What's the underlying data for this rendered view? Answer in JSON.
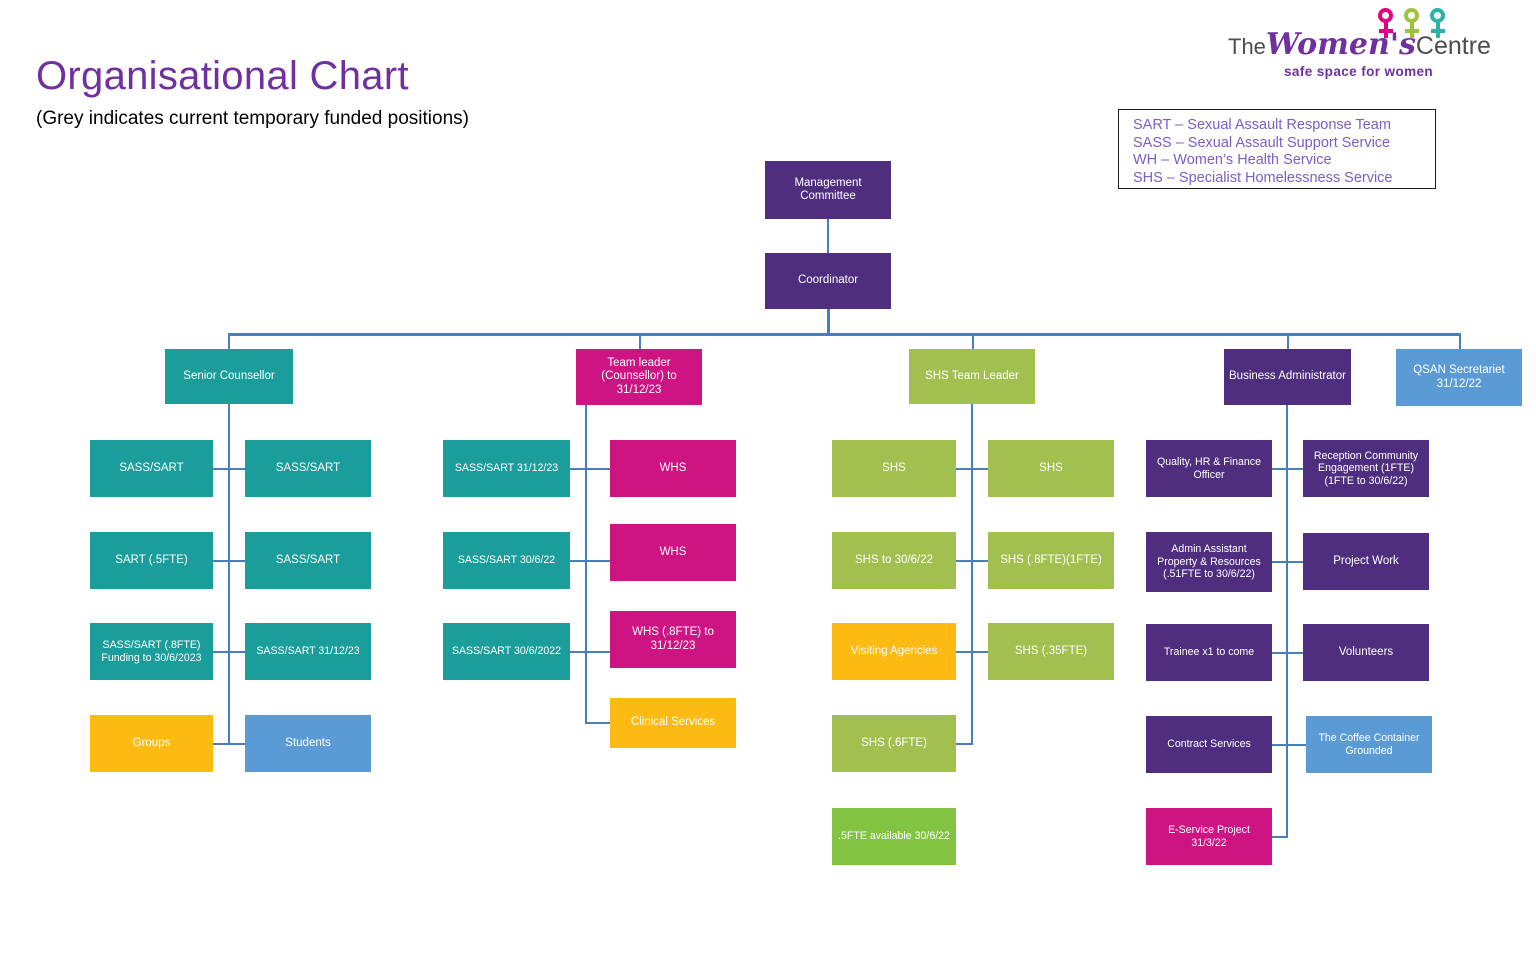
{
  "header": {
    "title": "Organisational Chart",
    "subtitle": "(Grey indicates current temporary funded positions)"
  },
  "logo": {
    "the": "The",
    "womens": "Women's",
    "centre": "Centre",
    "tagline": "safe space for women",
    "colors": [
      "#E6007E",
      "#9FC13C",
      "#2BB3A3"
    ]
  },
  "legend": {
    "lines": [
      "SART – Sexual Assault Response Team",
      "SASS – Sexual Assault Support Service",
      "WH – Women’s Health Service",
      "SHS – Specialist Homelessness Service"
    ],
    "text_color": "#7B5EC7"
  },
  "chart_data": {
    "type": "diagram",
    "title": "Organisational Chart",
    "palette": {
      "purple": "#4F2D7F",
      "teal": "#1B9E9B",
      "magenta": "#CE1383",
      "green": "#A2C050",
      "bright_green": "#82C341",
      "blue": "#5B9BD5",
      "amber": "#FCBA12",
      "connector": "#4A7EBB"
    },
    "top": {
      "management_committee": "Management\nCommittee",
      "coordinator": "Coordinator"
    },
    "branches": [
      {
        "head": "Senior Counsellor",
        "color": "teal"
      },
      {
        "head": "Team leader\n(Counsellor) to\n31/12/23",
        "color": "magenta"
      },
      {
        "head": "SHS Team Leader",
        "color": "green"
      },
      {
        "head": "Business Administrator",
        "color": "purple"
      },
      {
        "head": "QSAN Secretariet\n31/12/22",
        "color": "blue"
      }
    ]
  },
  "nodes": {
    "management_committee_l1": "Management",
    "management_committee_l2": "Committee",
    "coordinator": "Coordinator",
    "senior_counsellor": "Senior Counsellor",
    "team_leader_l1": "Team leader",
    "team_leader_l2": "(Counsellor) to",
    "team_leader_l3": "31/12/23",
    "shs_team_leader": "SHS Team Leader",
    "business_administrator": "Business Administrator",
    "qsan_l1": "QSAN Secretariet",
    "qsan_l2": "31/12/22",
    "sc_l1": "SASS/SART",
    "sc_l2": "SART (.5FTE)",
    "sc_l3a": "SASS/SART (.8FTE)",
    "sc_l3b": "Funding to 30/6/2023",
    "sc_l4": "Groups",
    "sc_r1": "SASS/SART",
    "sc_r2": "SASS/SART",
    "sc_r3": "SASS/SART 31/12/23",
    "sc_r4": "Students",
    "tl_l1": "SASS/SART 31/12/23",
    "tl_l2": "SASS/SART 30/6/22",
    "tl_l3": "SASS/SART  30/6/2022",
    "tl_r1": "WHS",
    "tl_r2": "WHS",
    "tl_r3a": "WHS (.8FTE) to",
    "tl_r3b": "31/12/23",
    "tl_r4": "Clinical Services",
    "shs_l1": "SHS",
    "shs_l2": "SHS to 30/6/22",
    "shs_l3": "Visiting Agencies",
    "shs_l4": "SHS (.6FTE)",
    "shs_l5": ".5FTE available 30/6/22",
    "shs_r1": "SHS",
    "shs_r2": "SHS (.8FTE)(1FTE)",
    "shs_r3": "SHS (.35FTE)",
    "ba_l1a": "Quality, HR & Finance",
    "ba_l1b": "Officer",
    "ba_l2a": "Admin Assistant",
    "ba_l2b": "Property & Resources",
    "ba_l2c": "(.51FTE to 30/6/22)",
    "ba_l3": "Trainee x1 to come",
    "ba_l4": "Contract Services",
    "ba_l5a": "E-Service Project",
    "ba_l5b": "31/3/22",
    "ba_r1a": "Reception Community",
    "ba_r1b": "Engagement (1FTE)",
    "ba_r1c": "(1FTE to 30/6/22)",
    "ba_r2": "Project Work",
    "ba_r3": "Volunteers",
    "ba_r4a": "The Coffee Container",
    "ba_r4b": "Grounded"
  }
}
